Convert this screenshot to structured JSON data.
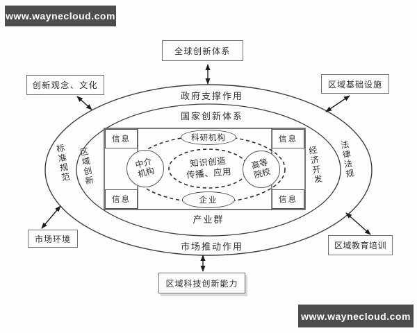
{
  "banners": {
    "top_left": "www.waynecloud.com",
    "bottom_right": "www.waynecloud.com"
  },
  "external_nodes": {
    "global_system": "全球创新体系",
    "concept_culture": "创新观念、文化",
    "infrastructure": "区域基础设施",
    "market_environment": "市场环境",
    "education_training": "区域教育培训",
    "innovation_capability": "区域科技创新能力"
  },
  "ring_labels": {
    "government_support": "政府支撑作用",
    "national_innovation_system": "国家创新体系",
    "industry_cluster": "产业群",
    "market_driving": "市场推动作用",
    "standards_norms": "标准规范",
    "regional_innovation": "区域创新",
    "economic_development": "经济开发",
    "laws_regulations": "法律法规"
  },
  "core_nodes": {
    "research_institutions": "科研机构",
    "intermediary_agencies": "中介机构",
    "universities": "高等院校",
    "enterprises": "企业",
    "knowledge_line1": "知识创造",
    "knowledge_line2": "传播、应用",
    "info_label": "信息"
  },
  "colors": {
    "line": "#3f3f3f",
    "dashed_line": "#2e2e2e",
    "text": "#2f2f2f",
    "banner_bg": "#4d4d4d",
    "banner_text": "#ffffff"
  }
}
